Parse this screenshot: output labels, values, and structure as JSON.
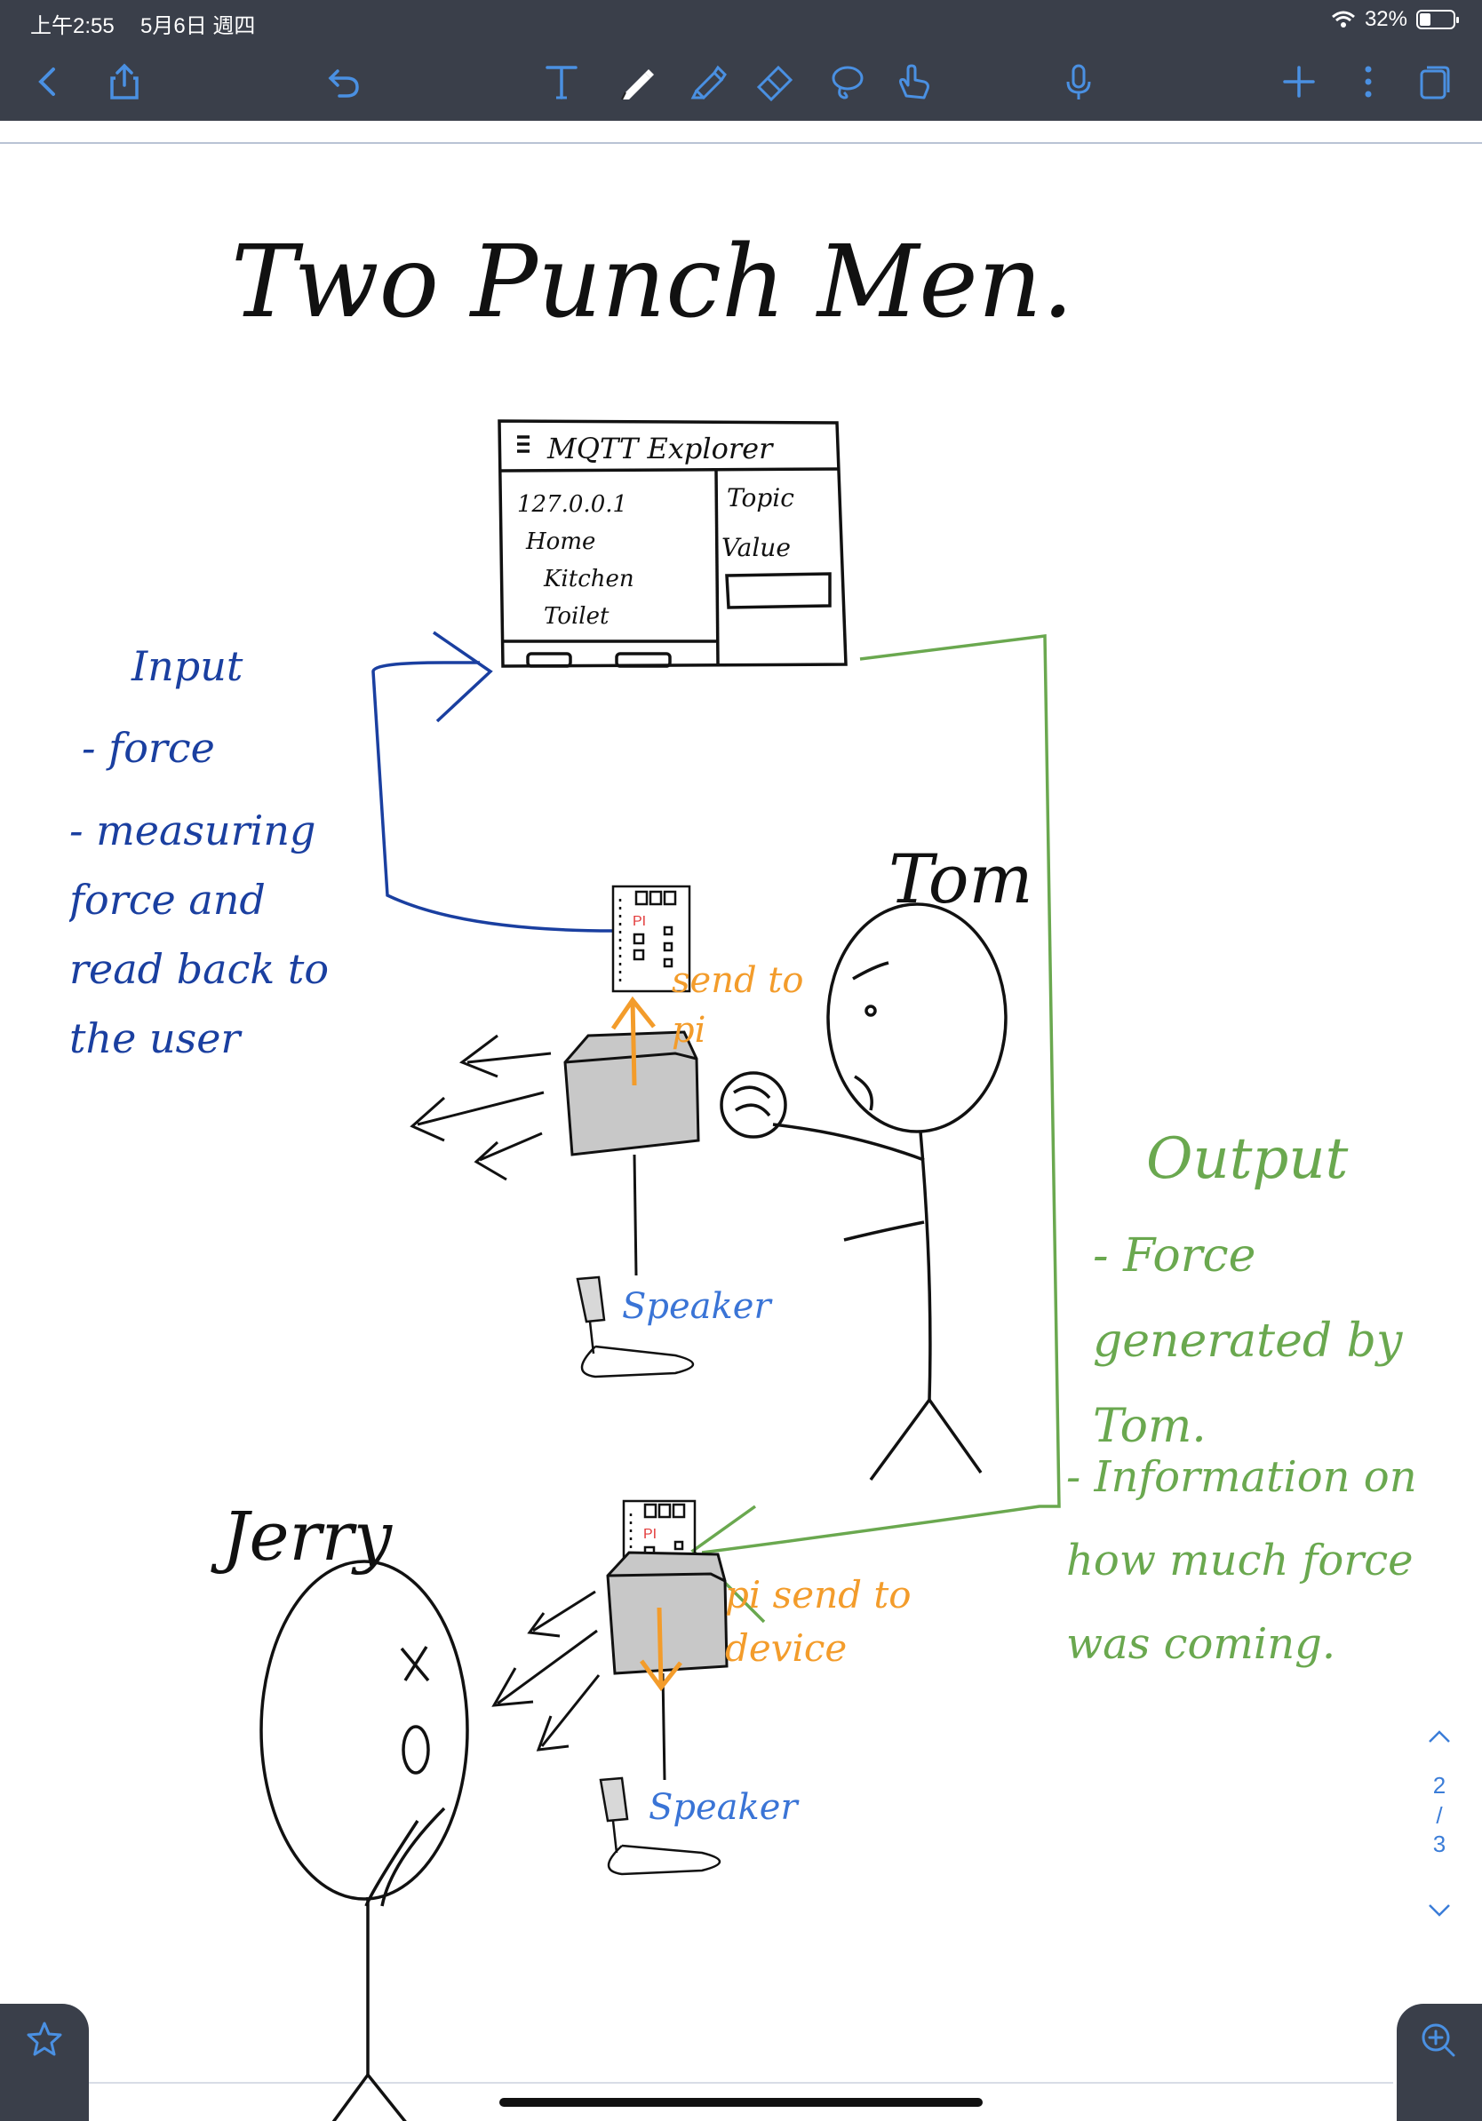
{
  "status": {
    "time": "上午2:55",
    "date": "5月6日 週四",
    "battery": "32%"
  },
  "toolbar": {
    "left": [
      {
        "icon": "back-chevron-icon"
      },
      {
        "icon": "share-icon"
      },
      {
        "icon": "undo-icon"
      }
    ],
    "tools": [
      {
        "icon": "text-tool-icon"
      },
      {
        "icon": "pen-icon"
      },
      {
        "icon": "highlighter-icon"
      },
      {
        "icon": "eraser-icon"
      },
      {
        "icon": "lasso-icon"
      },
      {
        "icon": "hand-pointer-icon"
      },
      {
        "icon": "microphone-icon"
      }
    ],
    "right": [
      {
        "icon": "plus-icon"
      },
      {
        "icon": "more-vertical-icon"
      },
      {
        "icon": "pages-icon"
      }
    ]
  },
  "note": {
    "title": "Two Punch Men.",
    "mqtt": {
      "header": "MQTT Explorer",
      "tree": [
        "127.0.0.1",
        "Home",
        "Kitchen",
        "Toilet"
      ],
      "topic": "Topic",
      "value": "Value"
    },
    "input": {
      "heading": "Input",
      "items": [
        "- force",
        "- measuring force and read back to the user"
      ]
    },
    "output": {
      "heading": "Output",
      "items": [
        "- Force generated by Tom.",
        "- Information on how much force was coming."
      ]
    },
    "tom": "Tom",
    "jerry": "Jerry",
    "pi_label": "PI",
    "send_to_pi": "send to pi",
    "pi_send_to_device": "pi send to device",
    "speaker": "Speaker"
  },
  "pager": {
    "up": "^",
    "current": "2",
    "sep": "/",
    "total": "3",
    "down": "v"
  },
  "colors": {
    "bar": "#3a3f4a",
    "ink_black": "#111111",
    "ink_blue": "#1a3fa0",
    "ink_green": "#6aa84f",
    "ink_orange": "#f39c2b",
    "ink_light_blue": "#3a74d6",
    "box_gray": "#c8c8c8",
    "pager": "#3b7dd8"
  }
}
